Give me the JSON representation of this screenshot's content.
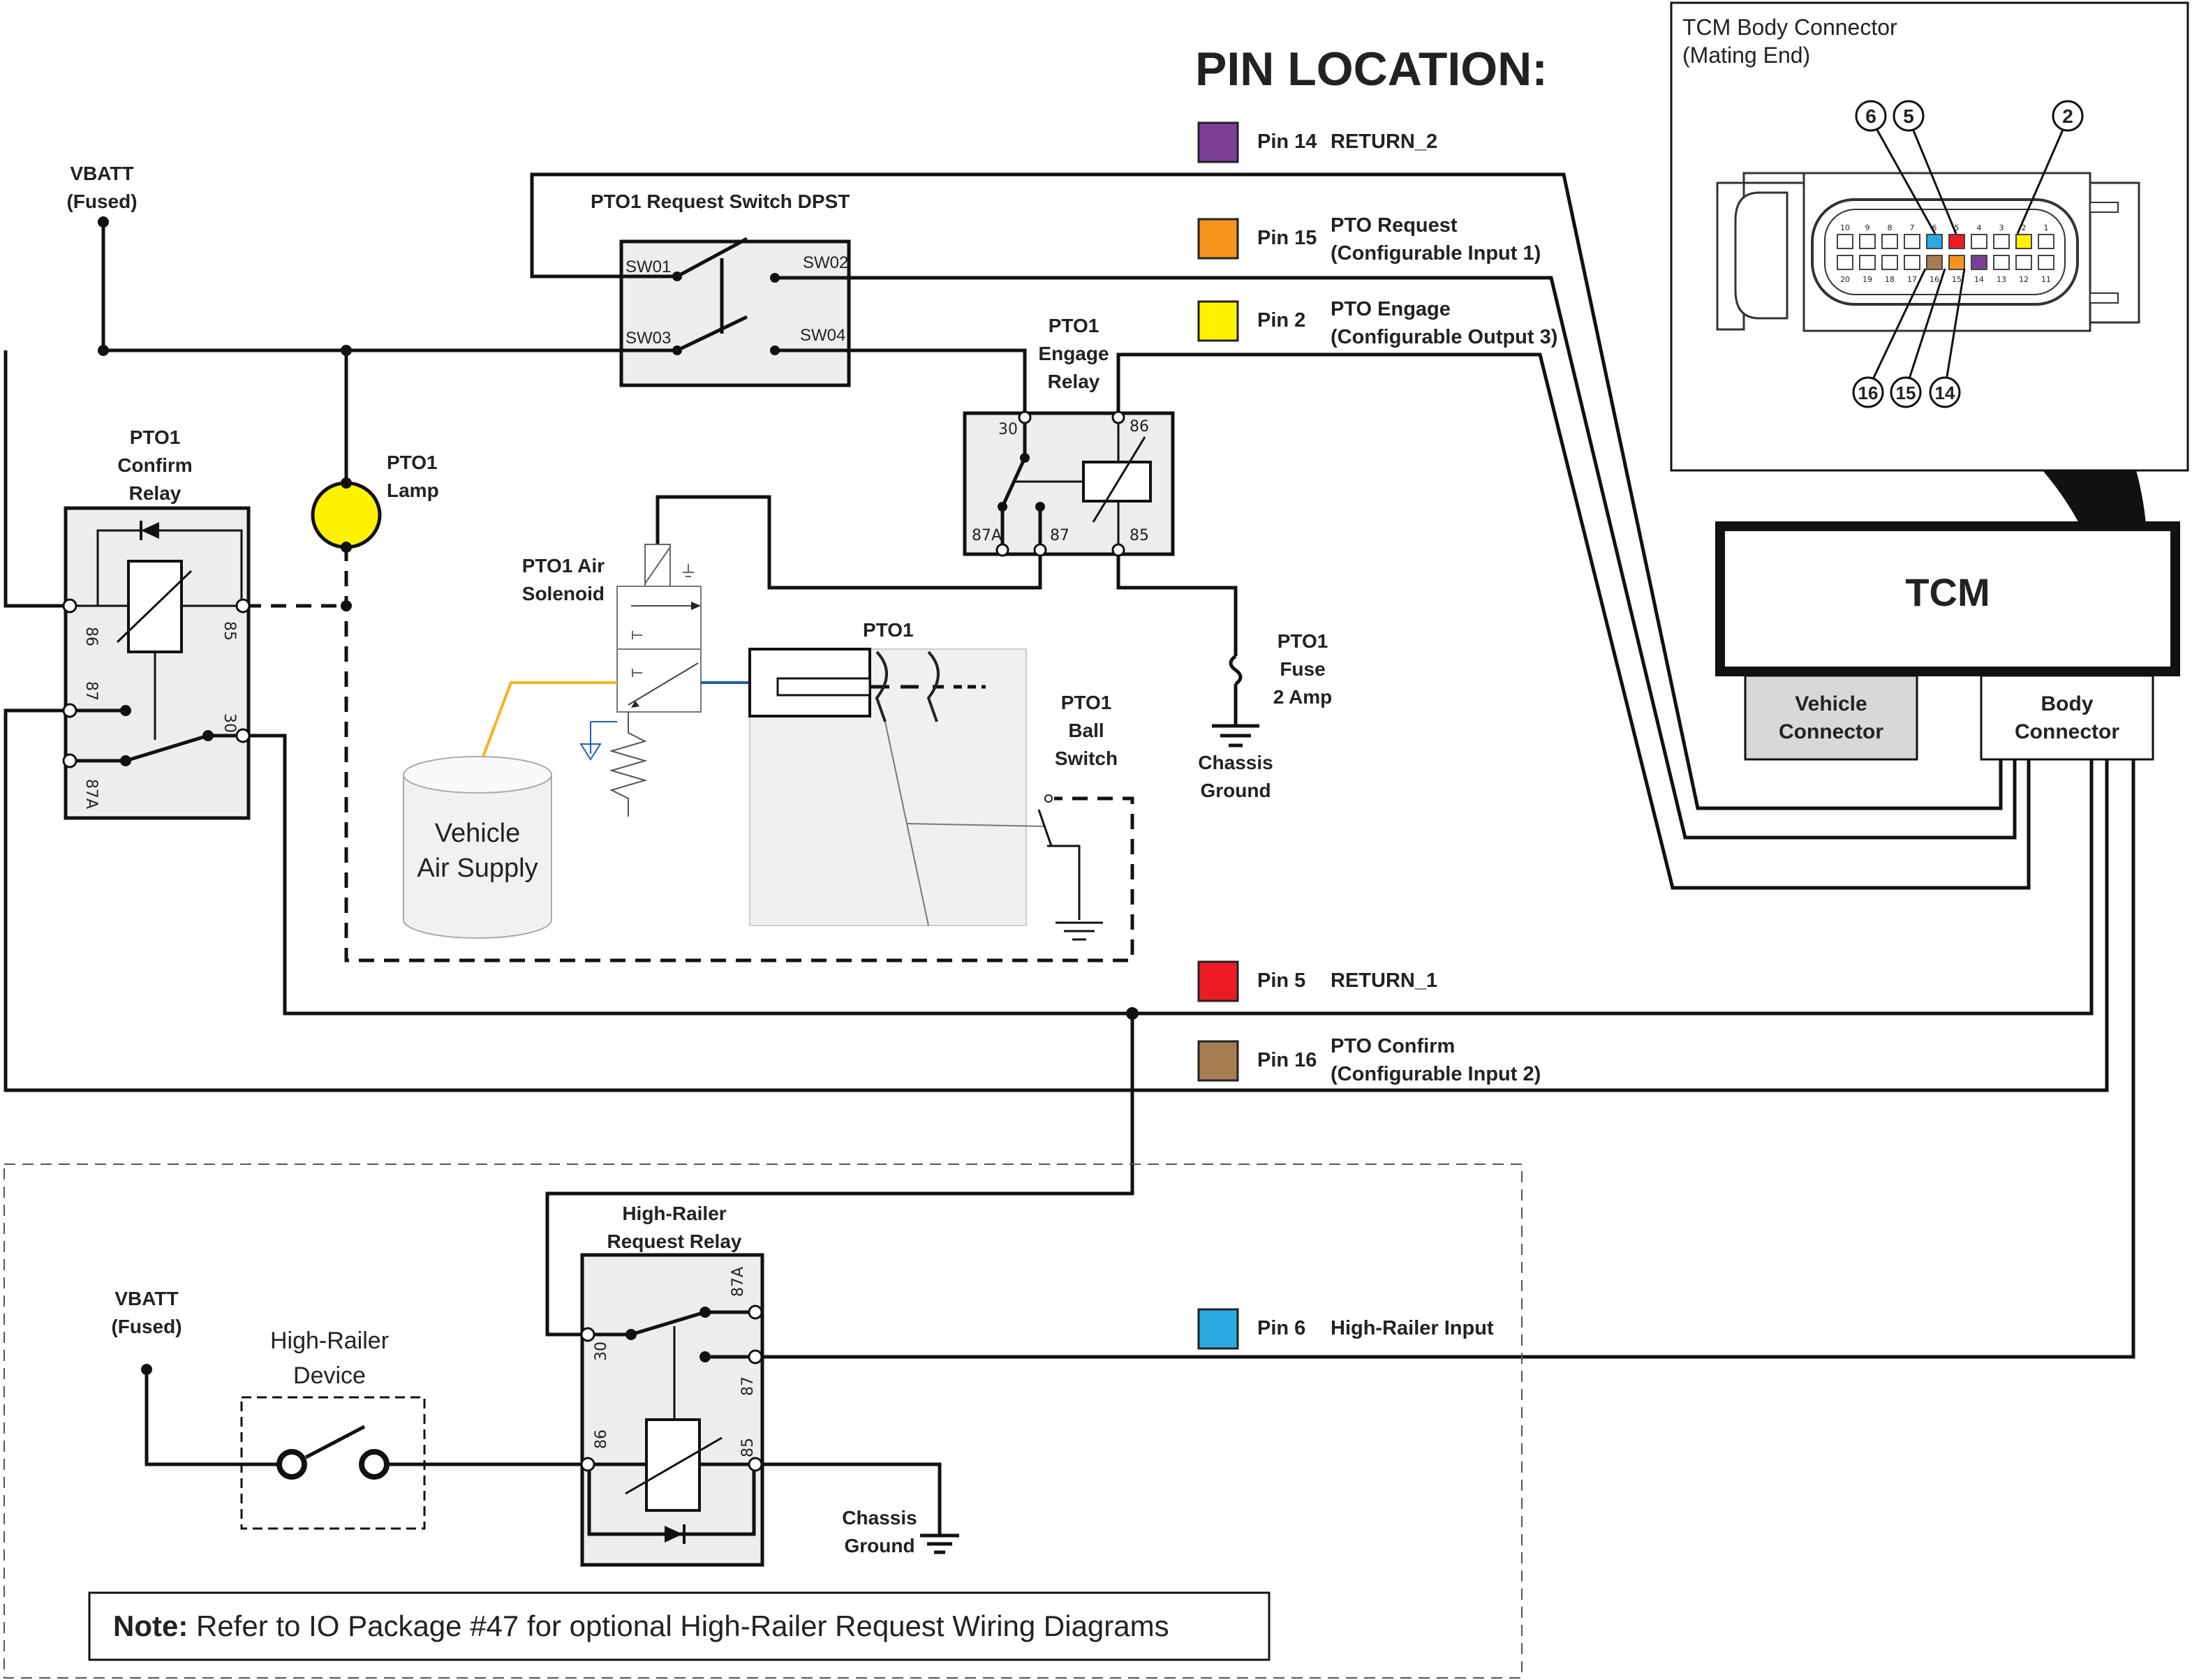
{
  "title": "PIN LOCATION:",
  "pins": [
    {
      "pin": "Pin 14",
      "name": "RETURN_2",
      "name2": "",
      "color": "#7b3f98"
    },
    {
      "pin": "Pin 15",
      "name": "PTO Request",
      "name2": "(Configurable Input 1)",
      "color": "#f7941d"
    },
    {
      "pin": "Pin 2",
      "name": "PTO Engage",
      "name2": "(Configurable Output 3)",
      "color": "#fff200"
    },
    {
      "pin": "Pin 5",
      "name": "RETURN_1",
      "name2": "",
      "color": "#ed1c24"
    },
    {
      "pin": "Pin 16",
      "name": "PTO Confirm",
      "name2": "(Configurable Input 2)",
      "color": "#a67c52"
    },
    {
      "pin": "Pin 6",
      "name": "High-Railer Input",
      "name2": "",
      "color": "#29abe2"
    }
  ],
  "connector_inset": {
    "title1": "TCM Body Connector",
    "title2": "(Mating End)",
    "top_callouts": [
      "6",
      "5",
      "2"
    ],
    "bottom_callouts": [
      "16",
      "15",
      "14"
    ],
    "top_row": [
      "10",
      "9",
      "8",
      "7",
      "6",
      "5",
      "4",
      "3",
      "2",
      "1"
    ],
    "bottom_row": [
      "20",
      "19",
      "18",
      "17",
      "16",
      "15",
      "14",
      "13",
      "12",
      "11"
    ]
  },
  "tcm": {
    "label": "TCM",
    "vehicle_connector": [
      "Vehicle",
      "Connector"
    ],
    "body_connector": [
      "Body",
      "Connector"
    ]
  },
  "vbatt": [
    "VBATT",
    "(Fused)"
  ],
  "request_switch": {
    "title": "PTO1   Request Switch DPST",
    "sw01": "SW01",
    "sw02": "SW02",
    "sw03": "SW03",
    "sw04": "SW04"
  },
  "confirm_relay": {
    "label": [
      "PTO1",
      "Confirm",
      "Relay"
    ],
    "pins": [
      "86",
      "85",
      "87",
      "30",
      "87A"
    ]
  },
  "engage_relay": {
    "label": [
      "PTO1",
      "Engage",
      "Relay"
    ],
    "pins": [
      "30",
      "86",
      "87A",
      "87",
      "85"
    ]
  },
  "lamp": [
    "PTO1",
    "Lamp"
  ],
  "solenoid": [
    "PTO1 Air",
    "Solenoid"
  ],
  "air_supply": [
    "Vehicle",
    "Air Supply"
  ],
  "pto_label": "PTO1",
  "ball_switch": [
    "PTO1",
    "Ball",
    "Switch"
  ],
  "fuse": [
    "PTO1",
    "Fuse",
    "2 Amp"
  ],
  "chassis_ground": [
    "Chassis",
    "Ground"
  ],
  "high_railer_relay": {
    "label": [
      "High-Railer",
      "Request Relay"
    ],
    "pins": [
      "87A",
      "30",
      "87",
      "86",
      "85"
    ]
  },
  "high_railer_device": [
    "High-Railer",
    "Device"
  ],
  "note": {
    "bold": "Note:",
    "text": " Refer to IO Package #47 for optional High-Railer Request Wiring Diagrams"
  }
}
